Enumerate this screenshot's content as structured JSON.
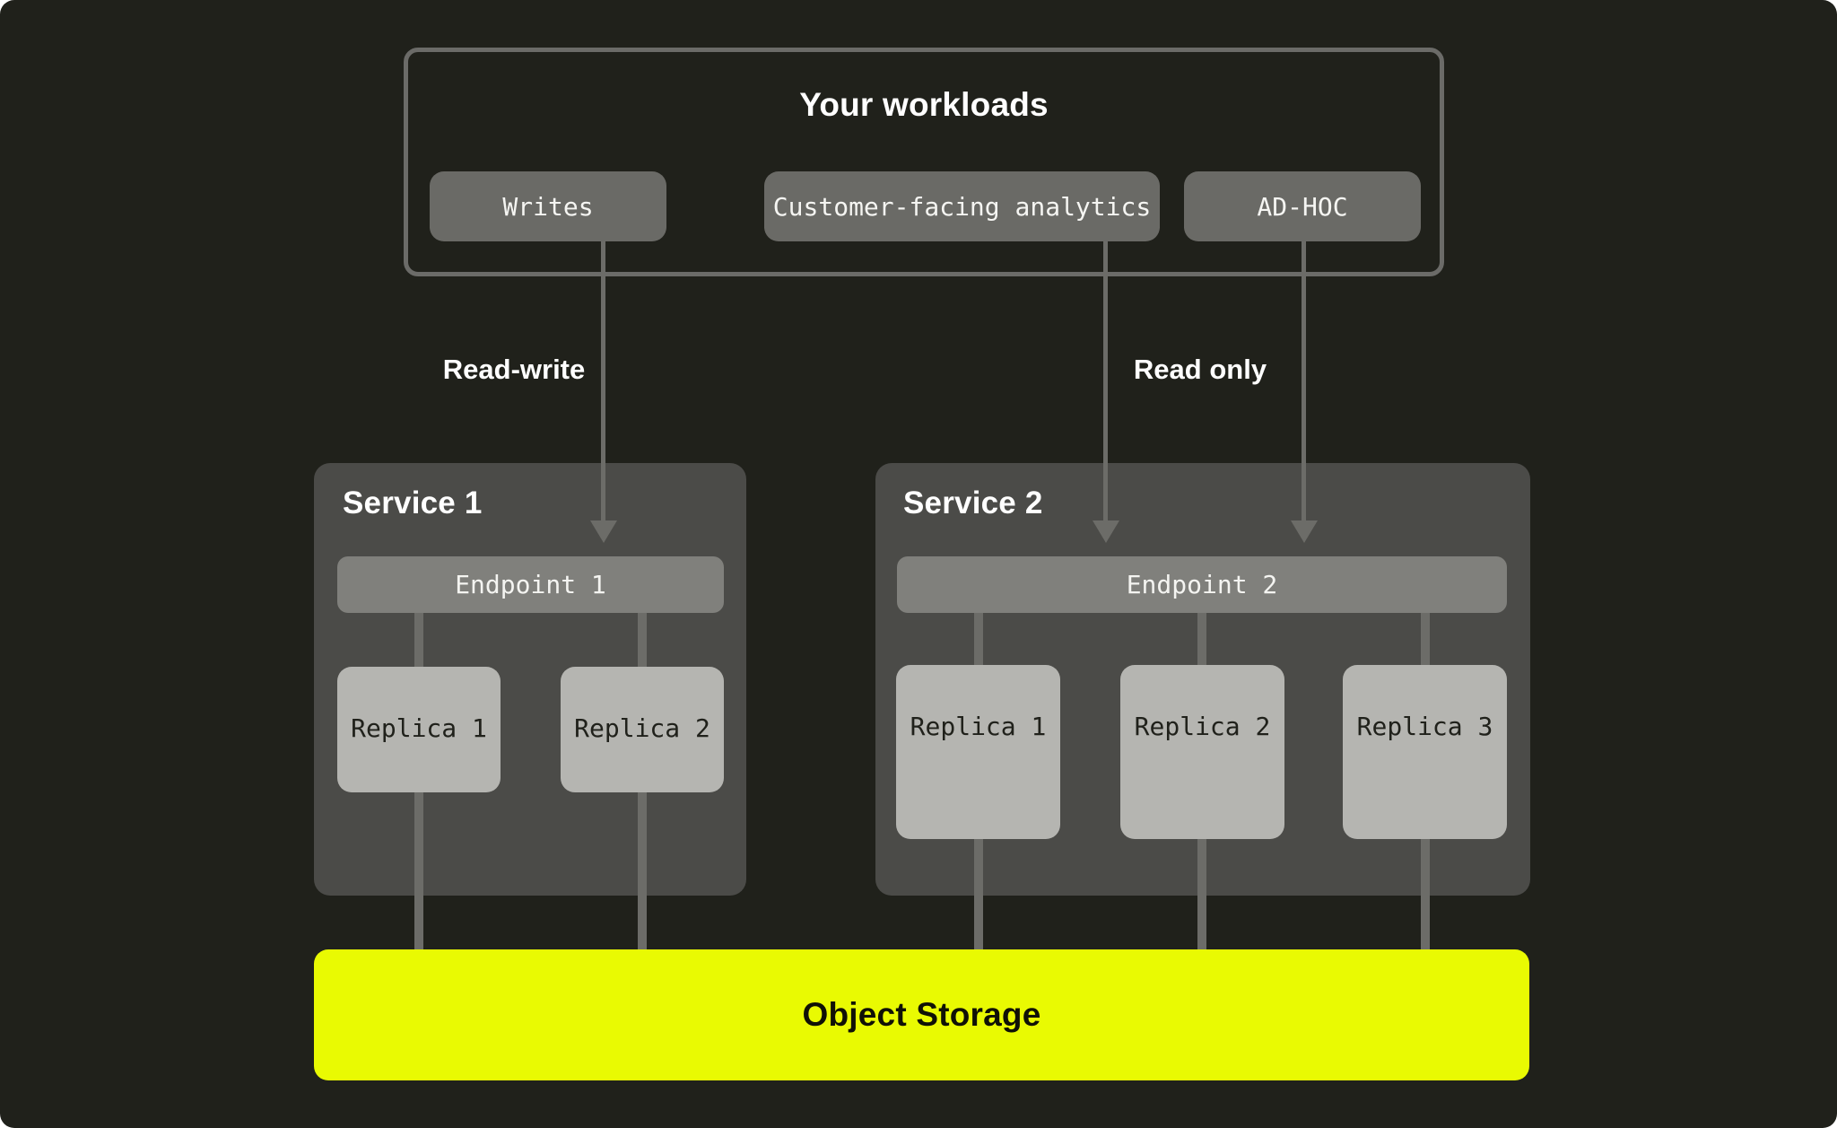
{
  "palette": {
    "canvas_bg": "#20211b",
    "panel_bg": "#4b4b48",
    "chip_bg": "#6a6a66",
    "endpoint_bg": "#80807c",
    "replica_bg": "#b5b5b1",
    "line_color": "#6c6c68",
    "storage_bg": "#e9fa02",
    "text_light": "#ffffff",
    "text_dark": "#20211b"
  },
  "workloads": {
    "title": "Your workloads",
    "items": [
      {
        "label": "Writes"
      },
      {
        "label": "Customer-facing analytics"
      },
      {
        "label": "AD-HOC"
      }
    ]
  },
  "edges": {
    "read_write_label": "Read-write",
    "read_only_label": "Read only"
  },
  "services": [
    {
      "title": "Service 1",
      "endpoint": "Endpoint 1",
      "replicas": [
        "Replica 1",
        "Replica 2"
      ]
    },
    {
      "title": "Service 2",
      "endpoint": "Endpoint 2",
      "replicas": [
        "Replica 1",
        "Replica 2",
        "Replica 3"
      ]
    }
  ],
  "storage": {
    "label": "Object Storage",
    "color": "#e9fa02"
  }
}
